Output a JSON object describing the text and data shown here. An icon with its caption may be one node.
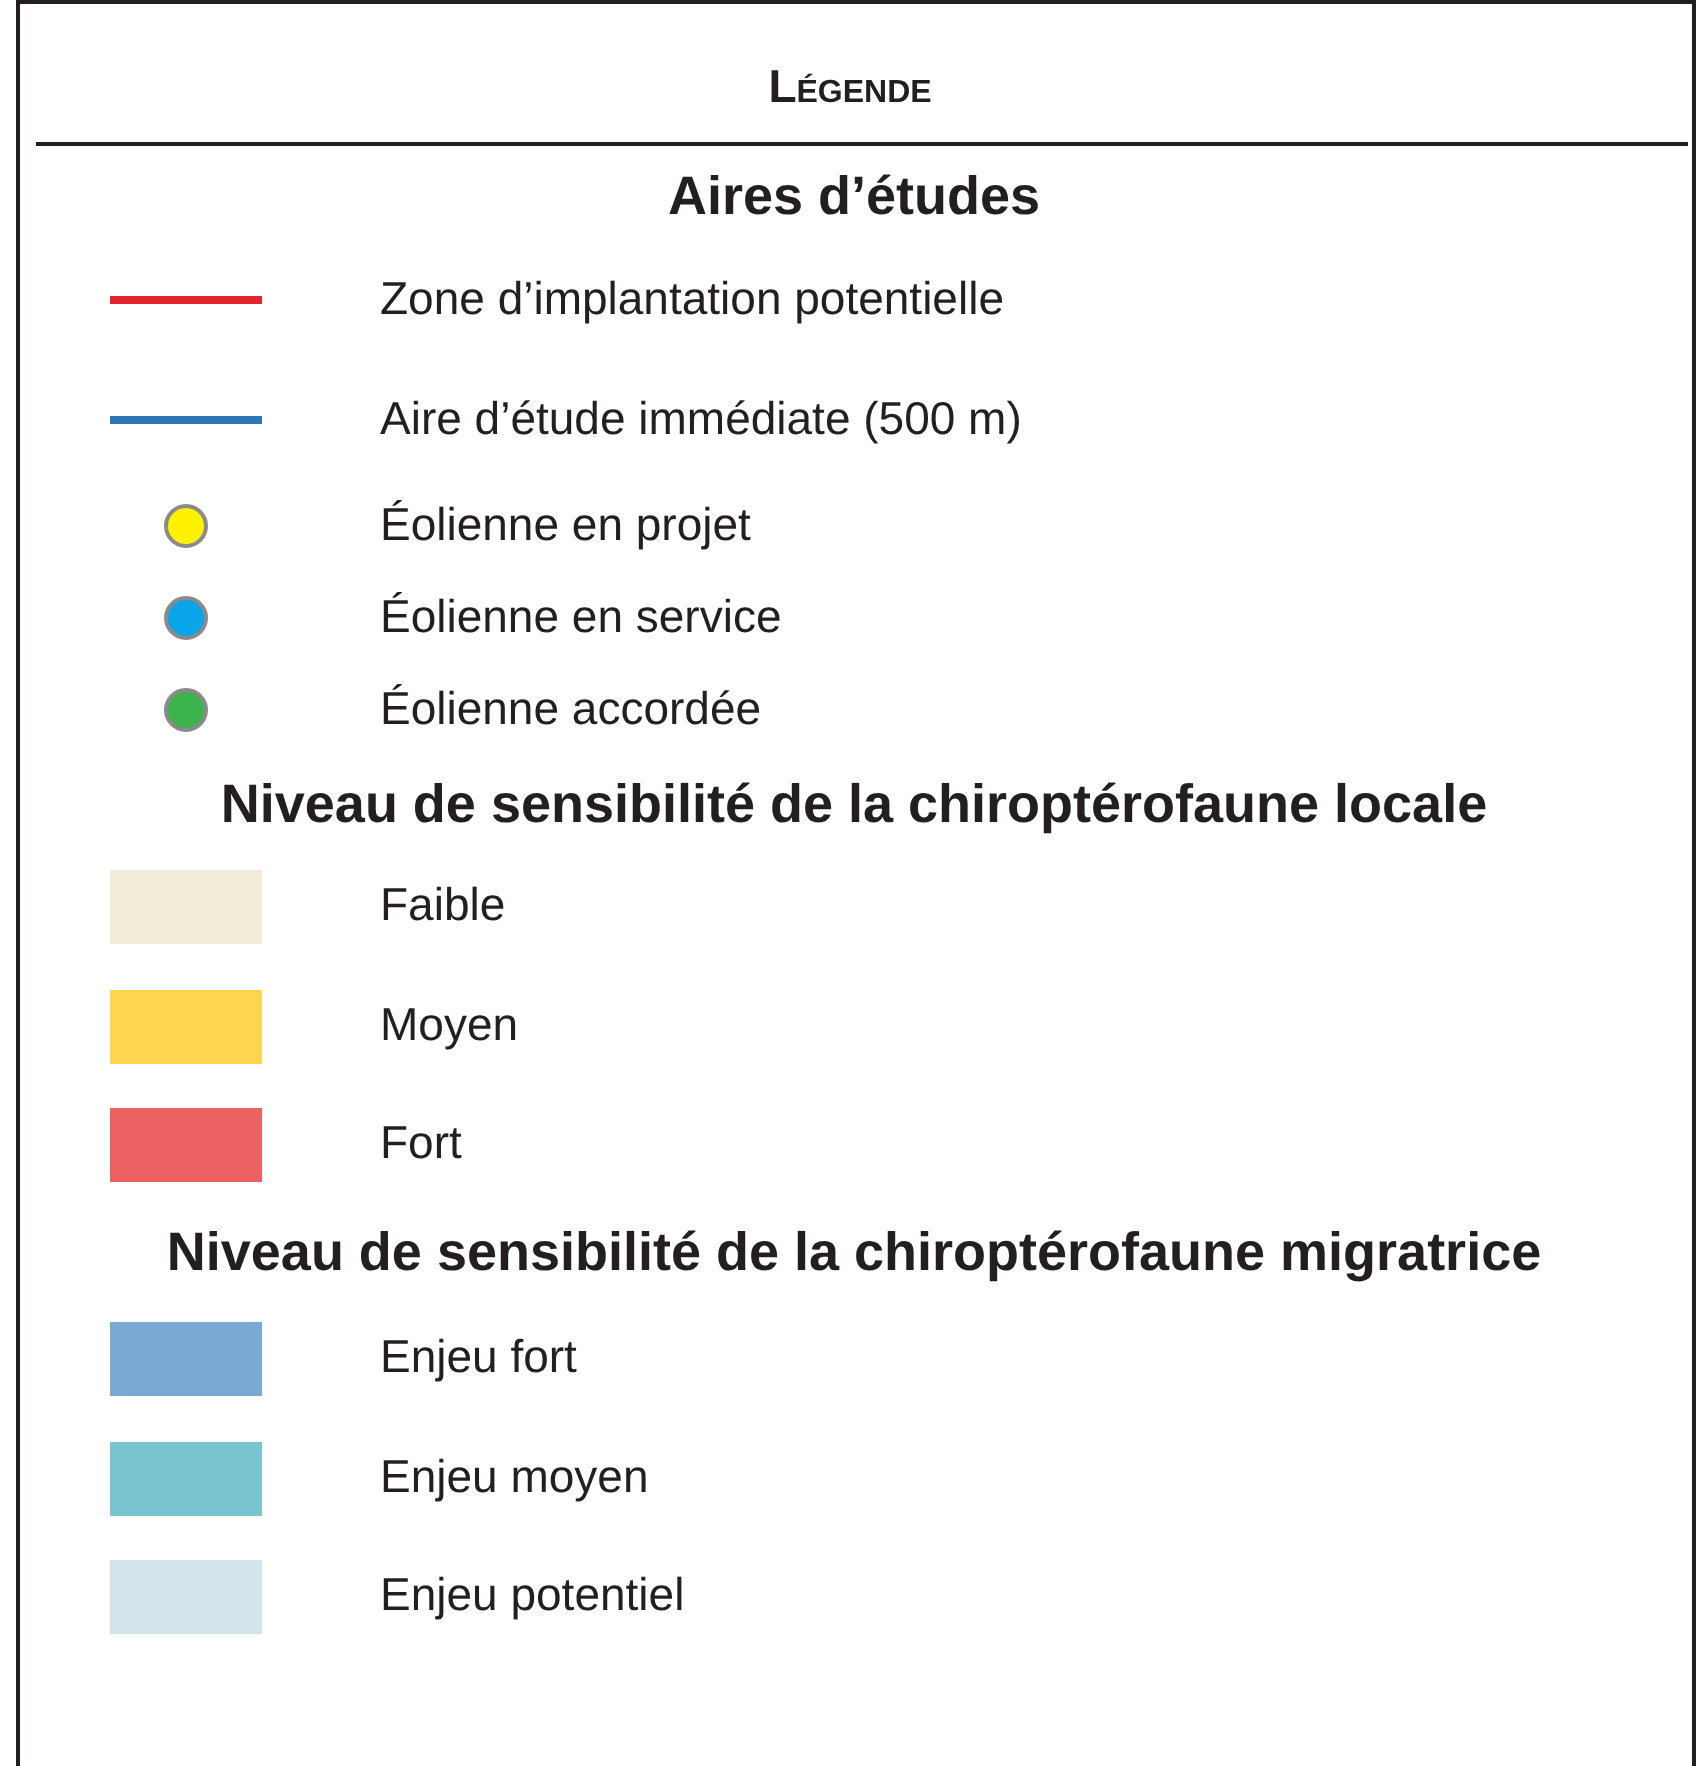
{
  "diagram": {
    "title": "Légende",
    "labels": [
      "Aires d’études",
      "Niveau de sensibilité de la chiroptérofaune locale",
      "Niveau de sensibilité de la chiroptérofaune migratrice"
    ],
    "legend": [
      {
        "text": "Zone d’implantation potentielle",
        "color": "#e3262b"
      },
      {
        "text": "Aire d’étude immédiate (500 m)",
        "color": "#2f75b5"
      },
      {
        "text": "Éolienne en projet",
        "color": "#fff200"
      },
      {
        "text": "Éolienne en service",
        "color": "#0aa5e8"
      },
      {
        "text": "Éolienne accordée",
        "color": "#3cb44b"
      },
      {
        "text": "Faible",
        "color": "#f2ecd9"
      },
      {
        "text": "Moyen",
        "color": "#ffd54f"
      },
      {
        "text": "Fort",
        "color": "#eb6060"
      },
      {
        "text": "Enjeu fort",
        "color": "#7aaad4"
      },
      {
        "text": "Enjeu moyen",
        "color": "#79c5cf"
      },
      {
        "text": "Enjeu potentiel",
        "color": "#d3e4ec"
      }
    ]
  }
}
